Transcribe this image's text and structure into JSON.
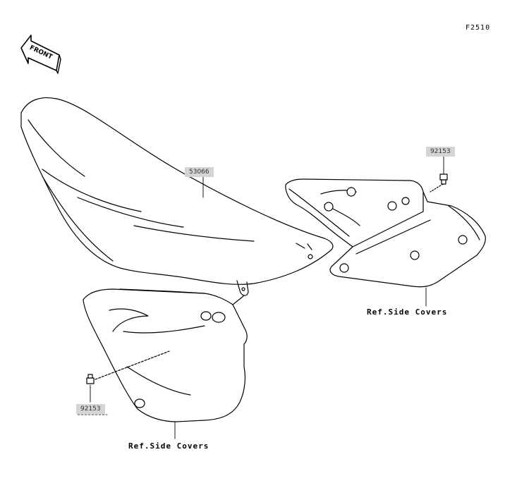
{
  "figure_code": "F2510",
  "direction_arrow": {
    "label": "FRONT",
    "icon": "front-arrow-icon"
  },
  "parts": [
    {
      "number": "53066"
    },
    {
      "number": "92153"
    },
    {
      "number": "92153"
    }
  ],
  "references": [
    {
      "text": "Ref.Side Covers"
    },
    {
      "text": "Ref.Side Covers"
    }
  ]
}
